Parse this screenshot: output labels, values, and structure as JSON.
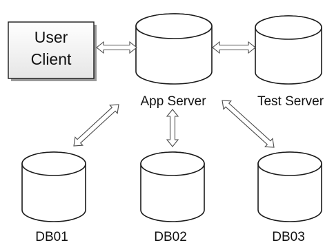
{
  "nodes": {
    "user_client": {
      "line1": "User",
      "line2": "Client"
    },
    "app_server": {
      "label": "App Server"
    },
    "test_server": {
      "label": "Test Server"
    },
    "db01": {
      "label": "DB01"
    },
    "db02": {
      "label": "DB02"
    },
    "db03": {
      "label": "DB03"
    }
  },
  "edges": [
    {
      "from": "user_client",
      "to": "app_server",
      "type": "bidirectional"
    },
    {
      "from": "app_server",
      "to": "test_server",
      "type": "bidirectional"
    },
    {
      "from": "app_server",
      "to": "db01",
      "type": "bidirectional"
    },
    {
      "from": "app_server",
      "to": "db02",
      "type": "bidirectional"
    },
    {
      "from": "app_server",
      "to": "db03",
      "type": "bidirectional"
    }
  ],
  "colors": {
    "stroke": "#1a1a1a",
    "box_fill": "#f2f2f2",
    "arrow_fill": "#ffffff"
  }
}
